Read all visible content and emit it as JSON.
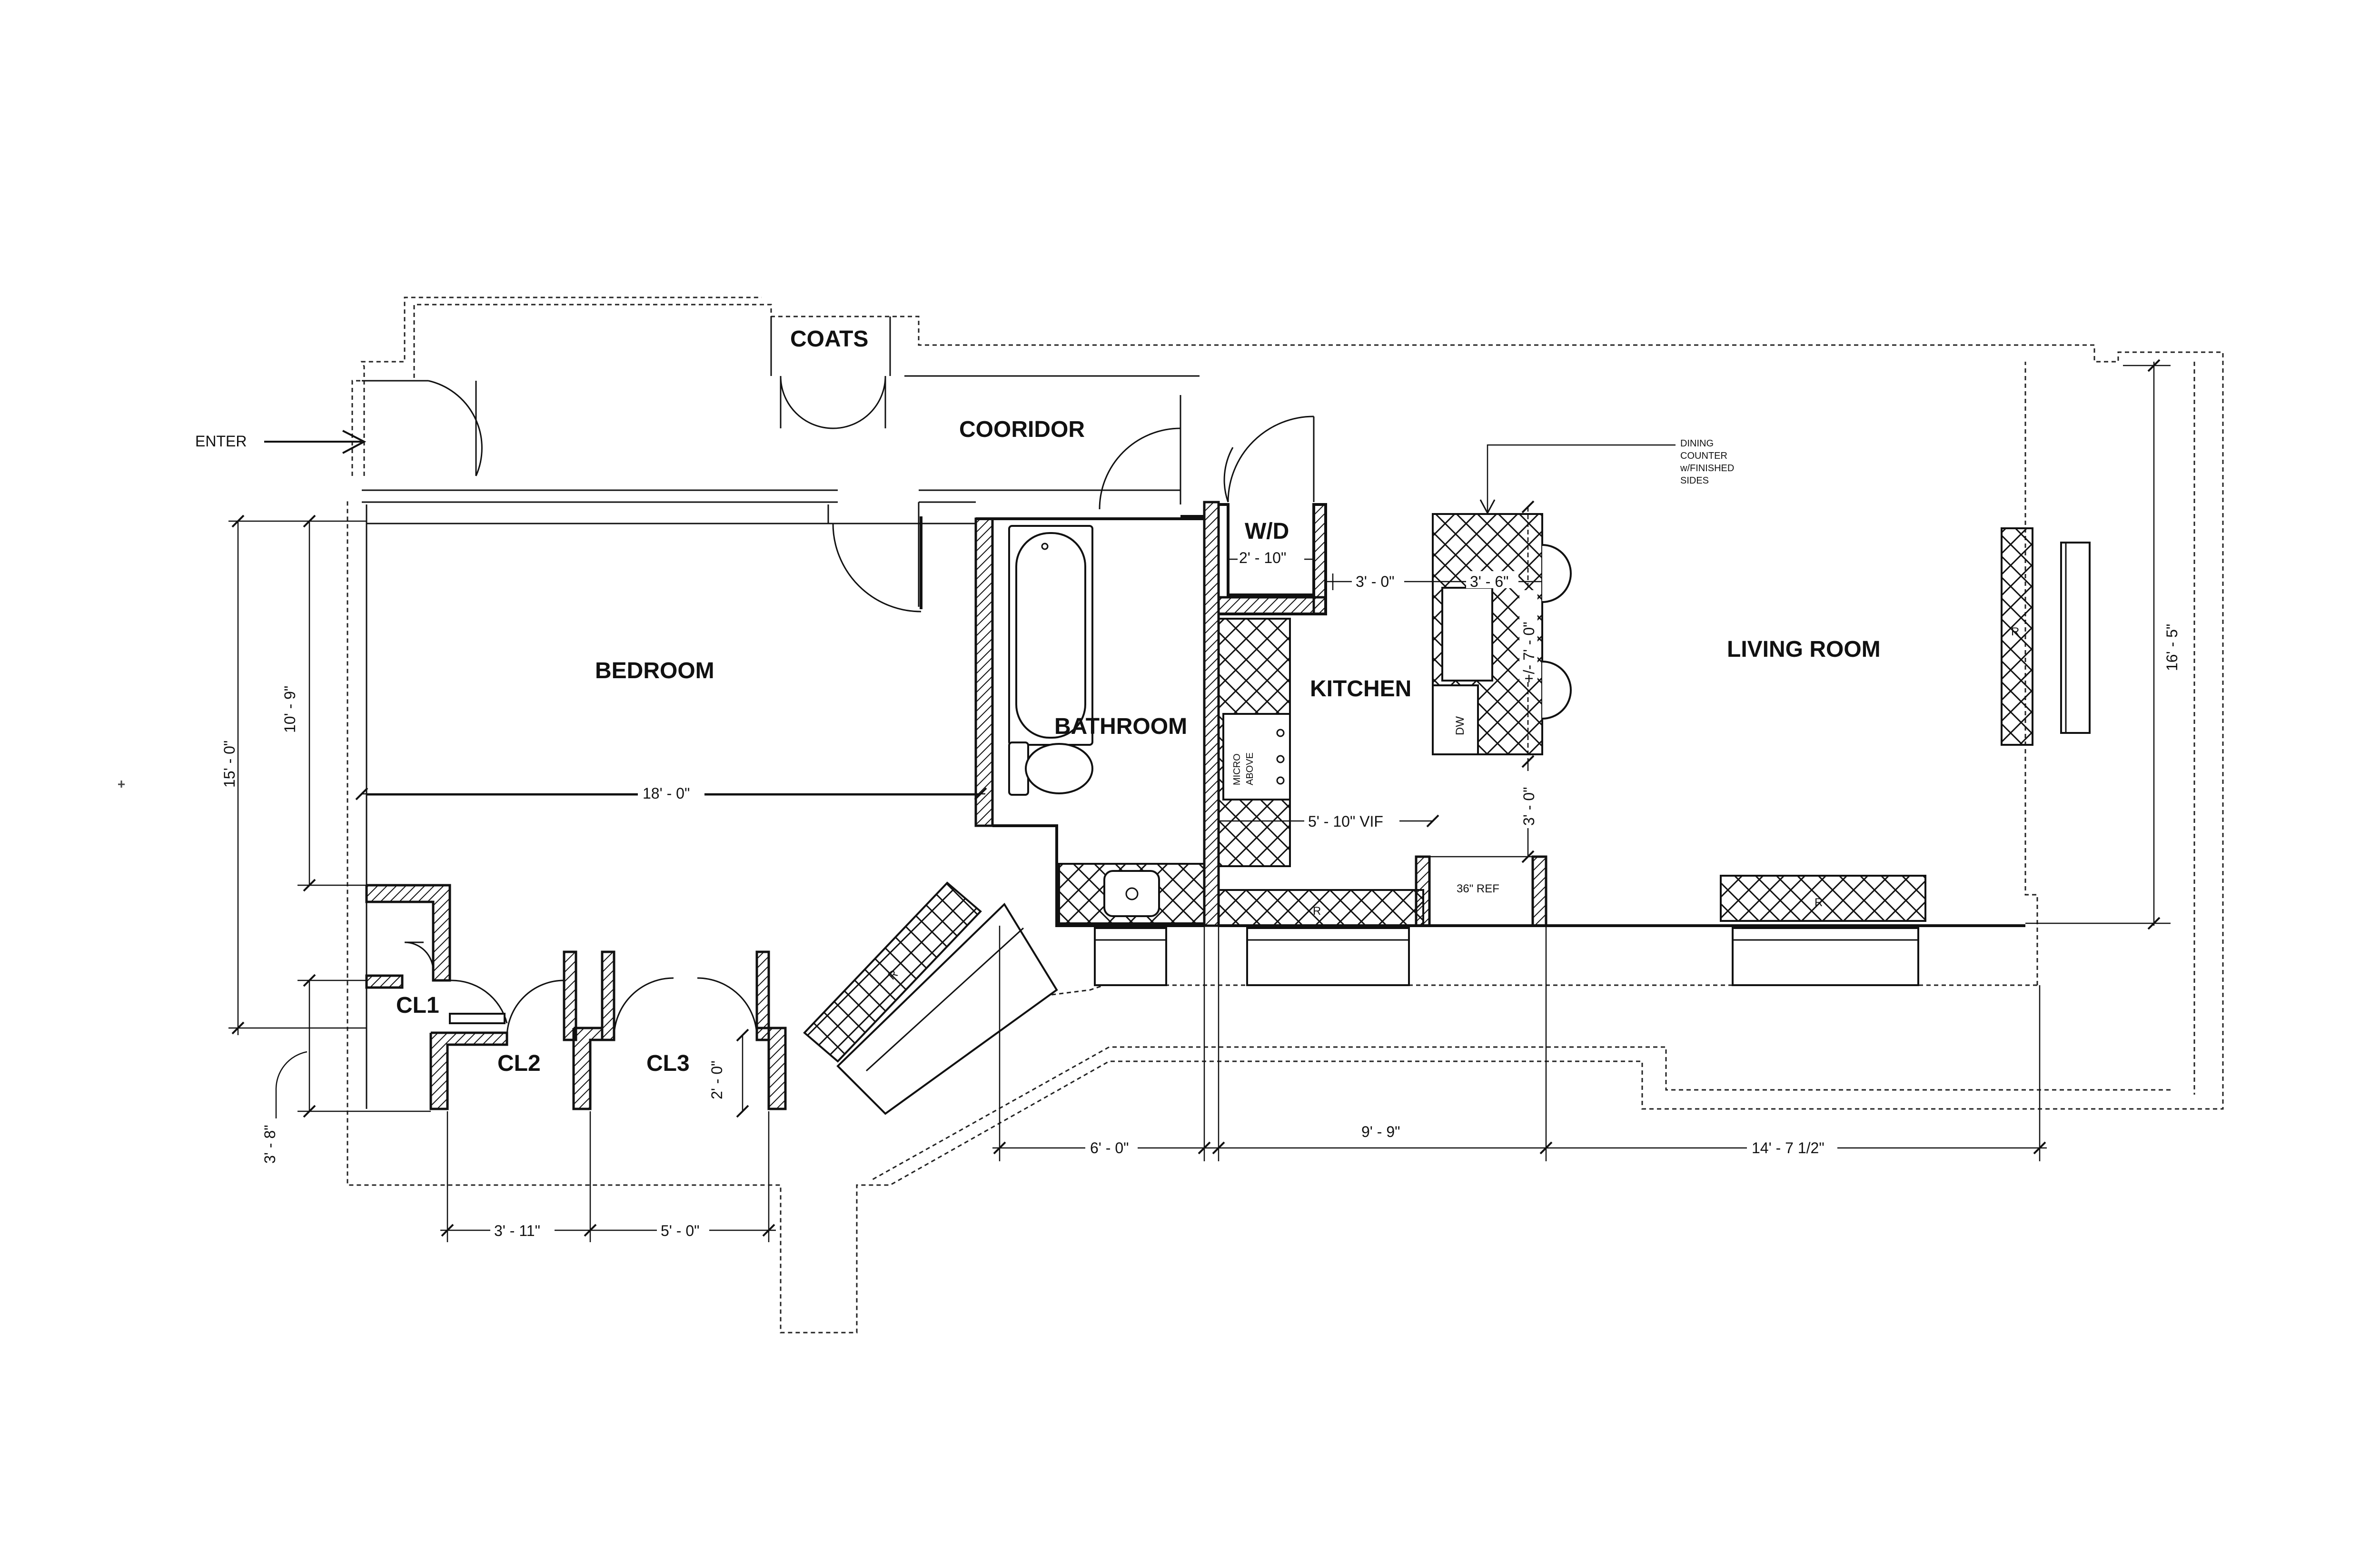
{
  "rooms": {
    "coats": "COATS",
    "corridor": "COORIDOR",
    "bedroom": "BEDROOM",
    "bathroom": "BATHROOM",
    "washer_dryer": "W/D",
    "kitchen": "KITCHEN",
    "living_room": "LIVING ROOM",
    "closet_1": "CL1",
    "closet_2": "CL2",
    "closet_3": "CL3"
  },
  "labels": {
    "enter": "ENTER",
    "dining_counter": [
      "DINING",
      "COUNTER",
      "w/FINISHED",
      "SIDES"
    ],
    "micro_above": [
      "MICRO",
      "ABOVE"
    ],
    "dishwasher": "DW",
    "refrigerator_36": "36\" REF",
    "radiator": "R"
  },
  "dimensions": {
    "bedroom_width": "18' - 0\"",
    "bedroom_depth_total": "15' - 0\"",
    "bedroom_depth": "10' - 9\"",
    "entry_offset": "3' - 8\"",
    "wd_width": "2' - 10\"",
    "counter_gap": "3' - 0\"",
    "island_width": "3' - 6\"",
    "island_length": "+/- 7' - 0\"",
    "island_clearance": "3' - 0\"",
    "kitchen_width": "5' - 10\" VIF",
    "closet_depth": "2' - 0\"",
    "cl2_width": "3' - 11\"",
    "cl3_width": "5' - 0\"",
    "bath_run": "6' - 0\"",
    "kitchen_run": "9' - 9\"",
    "living_run": "14' - 7 1/2\"",
    "living_depth": "16' - 5\""
  }
}
